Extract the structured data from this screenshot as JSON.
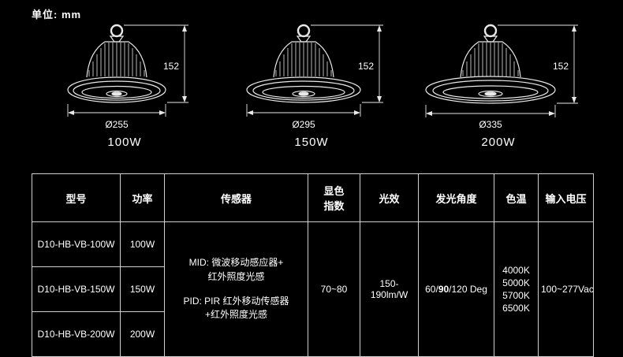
{
  "meta": {
    "unit_label": "单位: mm"
  },
  "figures": [
    {
      "height_dim": "152",
      "diameter": "Ø255",
      "wattage": "100W"
    },
    {
      "height_dim": "152",
      "diameter": "Ø295",
      "wattage": "150W"
    },
    {
      "height_dim": "152",
      "diameter": "Ø335",
      "wattage": "200W"
    }
  ],
  "table": {
    "headers": {
      "model": "型号",
      "power": "功率",
      "sensor": "传感器",
      "cri_line1": "显色",
      "cri_line2": "指数",
      "efficacy": "光效",
      "beam_angle": "发光角度",
      "cct": "色温",
      "voltage": "输入电压"
    },
    "rows": [
      {
        "model": "D10-HB-VB-100W",
        "power": "100W"
      },
      {
        "model": "D10-HB-VB-150W",
        "power": "150W"
      },
      {
        "model": "D10-HB-VB-200W",
        "power": "200W"
      }
    ],
    "shared": {
      "sensor_mid_line1": "MID: 微波移动感应器+",
      "sensor_mid_line2": "红外照度光感",
      "sensor_pid_line1": "PID: PIR 红外移动传感器",
      "sensor_pid_line2": "+红外照度光感",
      "cri": "70~80",
      "efficacy": "150-190lm/W",
      "beam_prefix": "60/",
      "beam_bold": "90",
      "beam_suffix": "/120 Deg",
      "cct_values": [
        "4000K",
        "5000K",
        "5700K",
        "6500K"
      ],
      "voltage": "100~277Vac"
    }
  }
}
